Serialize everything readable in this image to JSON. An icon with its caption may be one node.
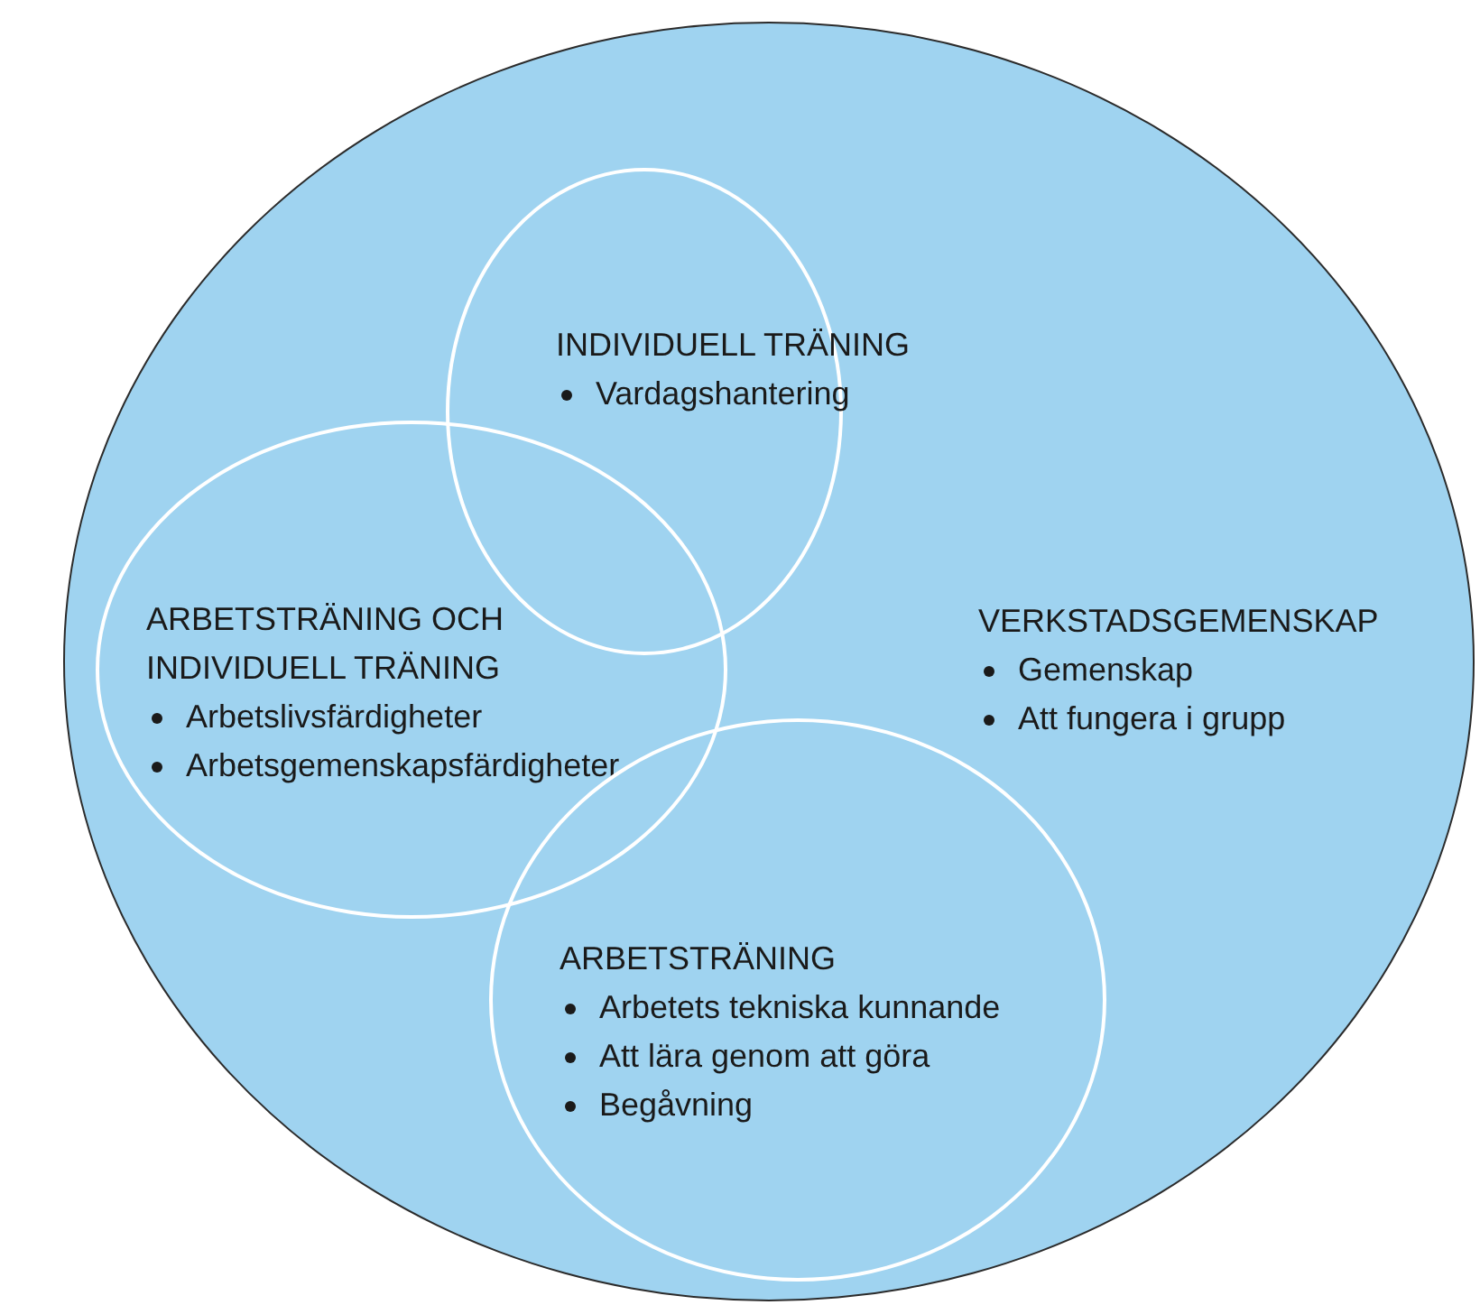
{
  "diagram": {
    "nodes": [
      {
        "text": [
          "VERKSTADSGEMENSKAP",
          "Gemenskap",
          "Att fungera i grupp"
        ]
      },
      {
        "text": [
          "INDIVIDUELL TRÄNING",
          "Vardagshantering"
        ],
        "in": 0
      },
      {
        "text": [
          "ARBETSTRÄNING OCH INDIVIDUELL TRÄNING",
          "Arbetslivsfärdigheter",
          "Arbetsgemenskapsfärdigheter"
        ],
        "in": 0
      },
      {
        "text": [
          "ARBETSTRÄNING",
          "Arbetets tekniska kunnande",
          "Att lära genom att göra",
          "Begåvning"
        ],
        "in": 0
      }
    ],
    "edges": []
  }
}
